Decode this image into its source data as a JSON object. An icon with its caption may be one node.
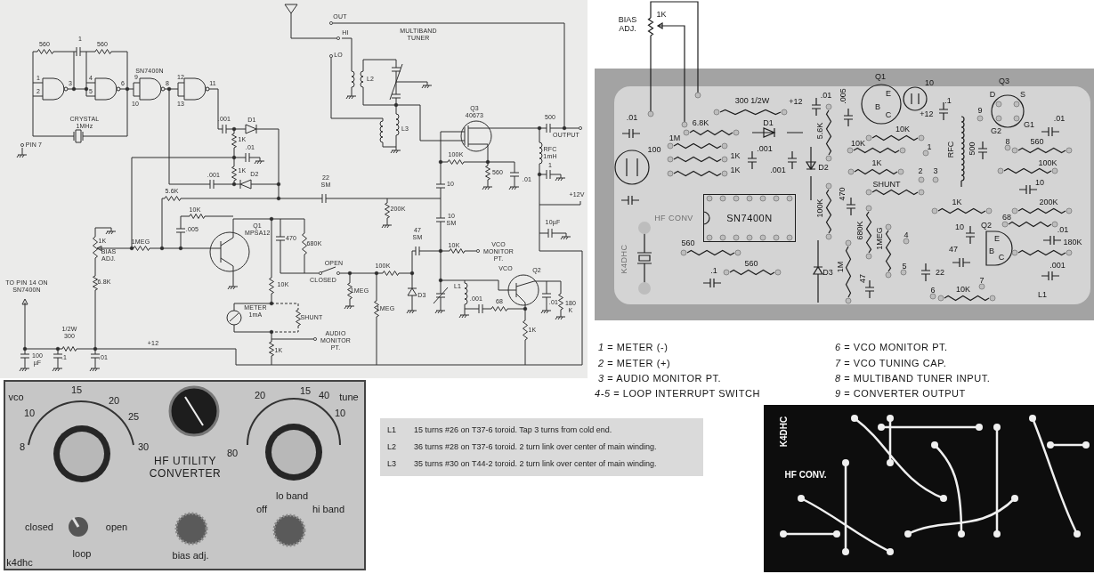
{
  "diagram": {
    "nodes": [
      {
        "text": [
          "L1",
          "15 turns #26 on T37-6 toroid. Tap 3 turns from cold end.",
          "L2",
          "36 turns #28 on T37-6 toroid. 2 turn link over center of main winding.",
          "L3",
          "35 turns #30 on T44-2 toroid. 2 turn link over center of main winding."
        ]
      },
      {
        "text": [
          "SN7400N"
        ]
      }
    ],
    "labels": [
      "560",
      "1",
      "560",
      "1",
      "2",
      "3",
      "4",
      "5",
      "6",
      "SN7400N",
      "9",
      "10",
      "8",
      "12",
      "13",
      "11",
      "CRYSTAL 1MHz",
      "PIN 7",
      ".001",
      "D1",
      "1K",
      ".01",
      "1K",
      ".001",
      "D2",
      "OUT",
      "HI",
      "LO",
      "MULTIBAND TUNER",
      "L2",
      "L3",
      "Q3 40673",
      "500",
      "OUTPUT",
      "100K",
      "560",
      ".01",
      "10",
      "RFC 1mH",
      "1",
      "22 SM",
      "+12V",
      "5.6K",
      "10K",
      ".005",
      "Q1 MPSA12",
      "1K",
      "BIAS ADJ.",
      "1MEG",
      "6.8K",
      "470",
      "680K",
      "OPEN",
      "CLOSED",
      "100K",
      "1MEG",
      "10K",
      "1MEG",
      "METER 1mA",
      "SHUNT",
      "AUDIO MONITOR PT.",
      "TO PIN 14 ON SN7400N",
      "1/2W 300",
      "+12",
      "100 µF",
      ".1",
      ".01",
      "1K",
      "200K",
      "10 SM",
      "47 SM",
      "10K",
      "VCO MONITOR PT.",
      "VCO",
      "D3",
      "L1",
      ".001",
      "68",
      "Q2",
      ".01",
      "180 K",
      "1K",
      "10µF",
      "BIAS ADJ.",
      "1K",
      ".01",
      "100",
      "1M",
      "6.8K",
      "300 1/2W",
      "+12",
      ".01",
      ".005",
      "Q1",
      "E",
      "B",
      "C",
      "10",
      "+12",
      ".1",
      "Q3",
      "D",
      "S",
      "9",
      "G1",
      "G2",
      "8",
      ".01",
      "560",
      "100K",
      "10",
      "10K",
      "10K",
      "1",
      "RFC",
      "500",
      "D1",
      ".001",
      ".001",
      "D2",
      "1K",
      "1K",
      "5.6K",
      "1K",
      "2",
      "3",
      "SHUNT",
      "1K",
      "200K",
      "HF CONV",
      "100K",
      "470",
      "68",
      "10",
      "Q2",
      ".01",
      "680K",
      "1MEG",
      "4",
      "E",
      "180K",
      "B",
      "C",
      "47",
      "560",
      "1M",
      "K4DHC",
      "560",
      "5",
      ".001",
      ".1",
      "D3",
      "22",
      "47",
      "7",
      "6",
      "10K",
      "L1",
      "*1* = METER (-)",
      "*2* = METER (+)",
      "*3* = AUDIO MONITOR PT.",
      "*4-5* = LOOP INTERRUPT SWITCH",
      "*6* = VCO MONITOR PT.",
      "*7* = VCO TUNING CAP.",
      "*8* = MULTIBAND TUNER INPUT.",
      "*9* = CONVERTER OUTPUT",
      "vco",
      "15",
      "20",
      "10",
      "25",
      "8",
      "30",
      "HF UTILITY CONVERTER",
      "20",
      "15",
      "40",
      "tune",
      "10",
      "80",
      "lo band",
      "off",
      "hi band",
      "closed",
      "open",
      "loop",
      "bias adj.",
      "k4dhc",
      "K4DHC",
      "HF CONV."
    ]
  }
}
